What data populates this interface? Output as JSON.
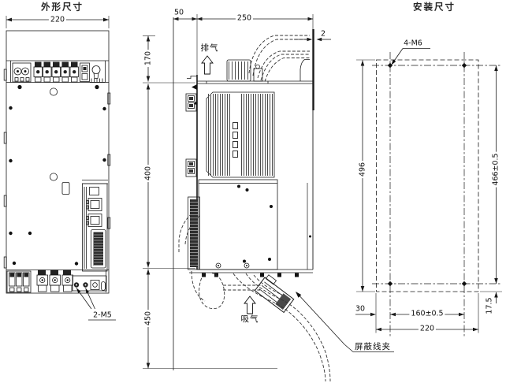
{
  "titles": {
    "outline": "外形尺寸",
    "mounting": "安装尺寸"
  },
  "front_view": {
    "width_dim": "220",
    "bottom_screw_label": "2-M5"
  },
  "side_view": {
    "rear_depth_dim": "50",
    "body_depth_dim": "250",
    "front_edge_dim": "2",
    "top_clearance_dim": "170",
    "body_height_dim": "400",
    "bottom_clearance_dim": "450",
    "exhaust_label": "排气",
    "intake_label": "吸气",
    "shield_clamp_label": "屏蔽线夹"
  },
  "mounting_view": {
    "hole_label": "4-M6",
    "panel_height_dim": "496",
    "vertical_pitch_dim": "466±0.5",
    "bottom_offset_dim": "17.5",
    "side_margin_dim": "30",
    "horizontal_pitch_dim": "160±0.5",
    "panel_width_dim": "220"
  },
  "colors": {
    "line": "#1a1a1a",
    "background": "#ffffff"
  }
}
